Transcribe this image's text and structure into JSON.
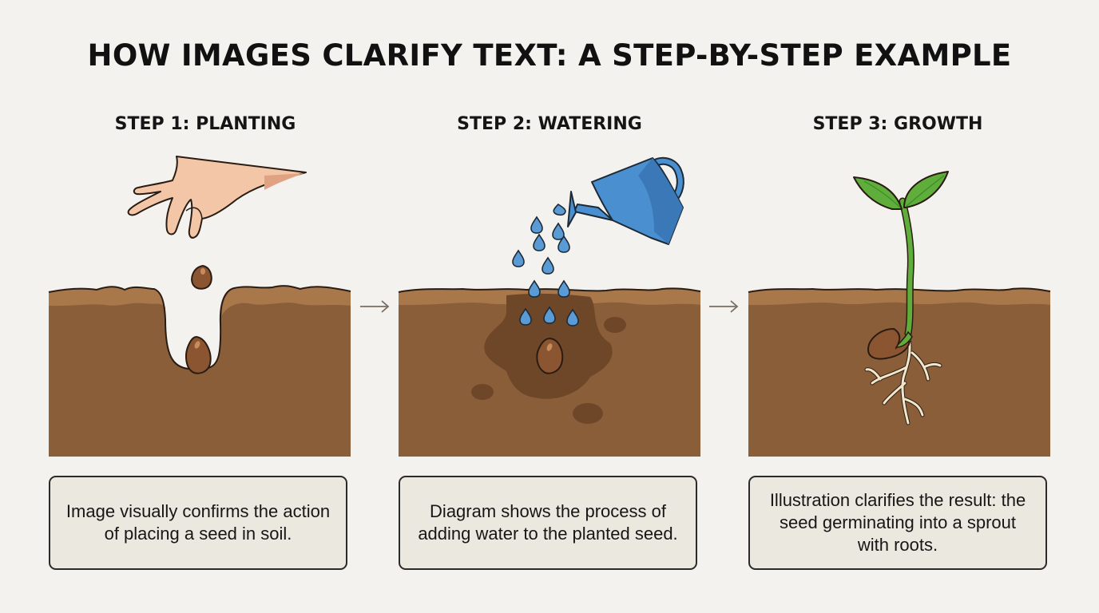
{
  "title": "HOW IMAGES CLARIFY TEXT: A STEP-BY-STEP EXAMPLE",
  "colors": {
    "background": "#f3f2ee",
    "soil": "#8b5e3a",
    "soil_top": "#a8774a",
    "wet_soil": "#6e4728",
    "seed": "#8a5530",
    "water": "#5b9bd5",
    "watering_can": "#4a8fd0",
    "leaf": "#5fae3c",
    "skin": "#f2c6a6",
    "caption_bg": "#ebe8df",
    "outline": "#2b2b2b"
  },
  "steps": [
    {
      "label": "STEP 1: PLANTING",
      "illustration": "hand-dropping-seed-into-hole",
      "caption": "Image visually confirms the action of placing a seed in soil."
    },
    {
      "label": "STEP 2: WATERING",
      "illustration": "watering-can-pouring-on-seed",
      "caption": "Diagram shows the process of adding water to the planted seed."
    },
    {
      "label": "STEP 3: GROWTH",
      "illustration": "sprout-with-roots",
      "caption": "Illustration clarifies the result: the seed germinating into a sprout with roots."
    }
  ],
  "connectors": [
    "arrow-right",
    "arrow-right"
  ]
}
